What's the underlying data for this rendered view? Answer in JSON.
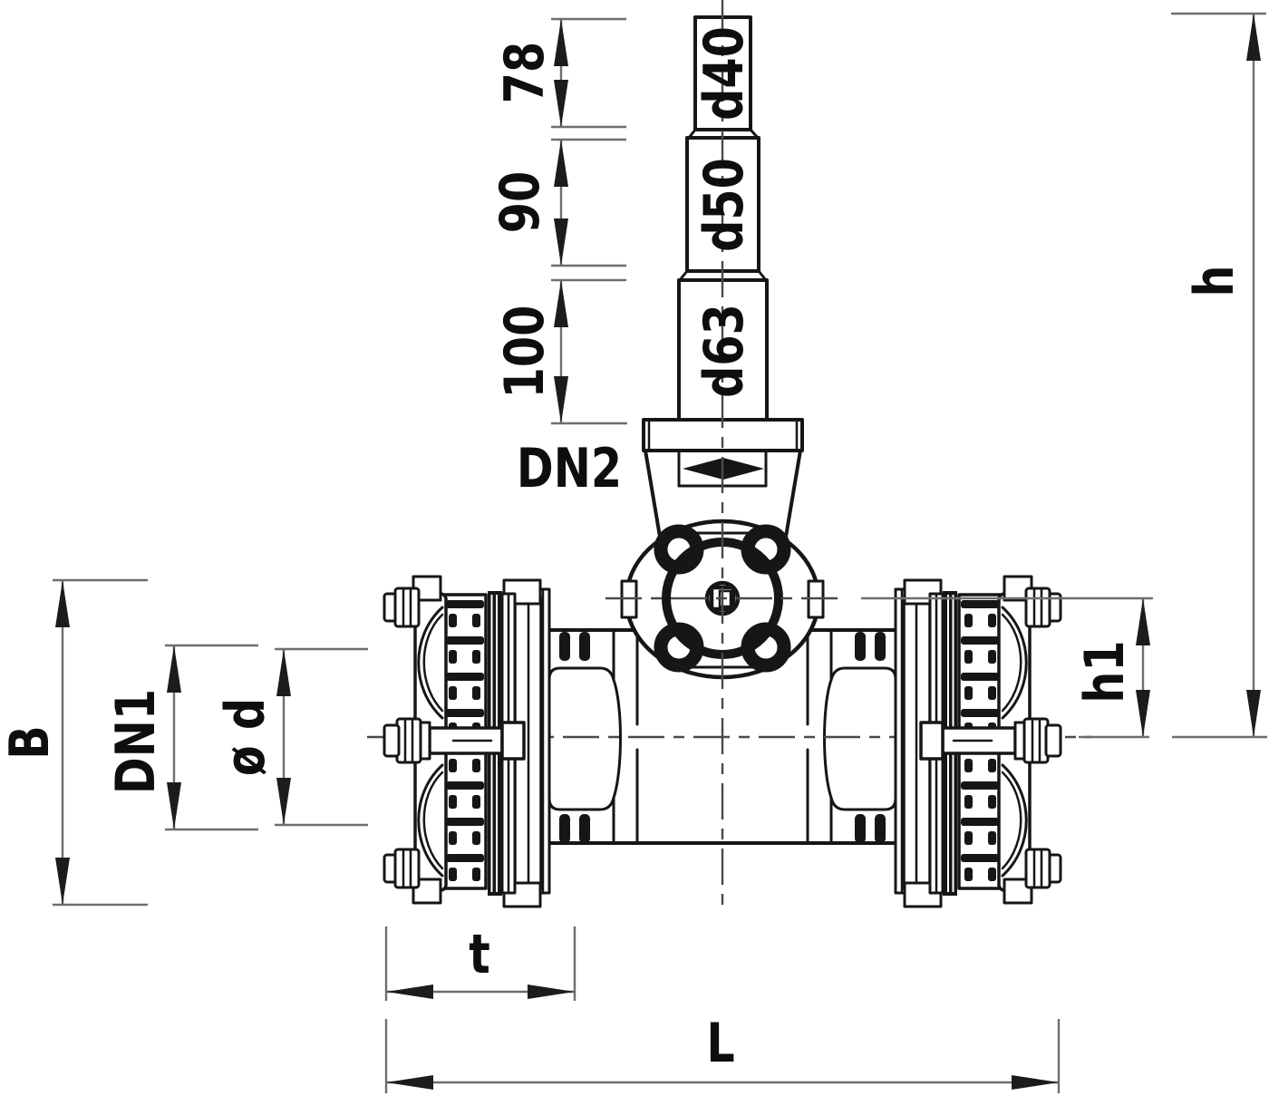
{
  "drawing": {
    "background": "#ffffff",
    "line_color": "#161616",
    "dim_line_color": "#6e6e6e",
    "text_color": "#0e0e0e"
  },
  "spigots": [
    {
      "label": "d40"
    },
    {
      "label": "d50"
    },
    {
      "label": "d63"
    }
  ],
  "dims": {
    "top_chain": [
      {
        "label": "78"
      },
      {
        "label": "90"
      },
      {
        "label": "100"
      }
    ],
    "branch": {
      "label": "DN2"
    },
    "left": [
      {
        "label": "B"
      },
      {
        "label": "DN1"
      },
      {
        "label": "ø d"
      }
    ],
    "right": [
      {
        "label": "h"
      },
      {
        "label": "h1"
      }
    ],
    "bottom": [
      {
        "label": "t"
      },
      {
        "label": "L"
      }
    ]
  }
}
